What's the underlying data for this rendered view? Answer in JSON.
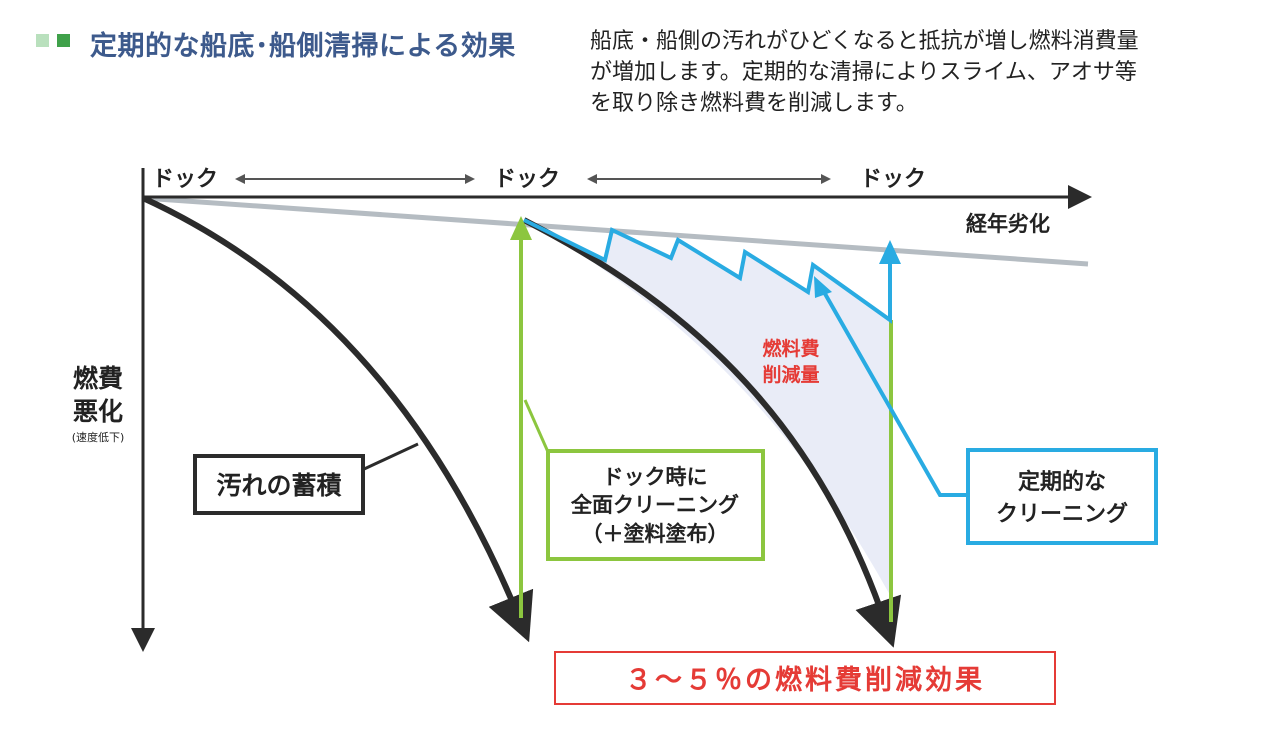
{
  "header": {
    "title": "定期的な船底･船側清掃による効果",
    "description_lines": [
      "船底・船側の汚れがひどくなると抵抗が増し燃料消費量",
      "が増加します。定期的な清掃によりスライム、アオサ等",
      "を取り除き燃料費を削減します。"
    ]
  },
  "diagram": {
    "dock_labels": [
      "ドック",
      "ドック",
      "ドック"
    ],
    "x_axis_label": "経年劣化",
    "y_axis_label_lines": [
      "燃費",
      "悪化"
    ],
    "y_axis_sublabel": "(速度低下)",
    "fouling_label": "汚れの蓄積",
    "dock_cleaning_lines": [
      "ドック時に",
      "全面クリーニング",
      "（＋塗料塗布）"
    ],
    "periodic_cleaning_lines": [
      "定期的な",
      "クリーニング"
    ],
    "savings_area_lines": [
      "燃料費",
      "削減量"
    ],
    "result_label": "３～５％の燃料費削減効果"
  },
  "colors": {
    "bullet_light": "#b9e0bd",
    "bullet_dark": "#3fa14a",
    "title": "#3d5a8c",
    "fouling_curve": "#2b2b2b",
    "aging_line": "#b5bcc2",
    "dock_cleaning": "#8cc63f",
    "periodic_cleaning": "#29abe2",
    "savings_fill": "#e9ecf7",
    "result_red": "#e53b36"
  }
}
